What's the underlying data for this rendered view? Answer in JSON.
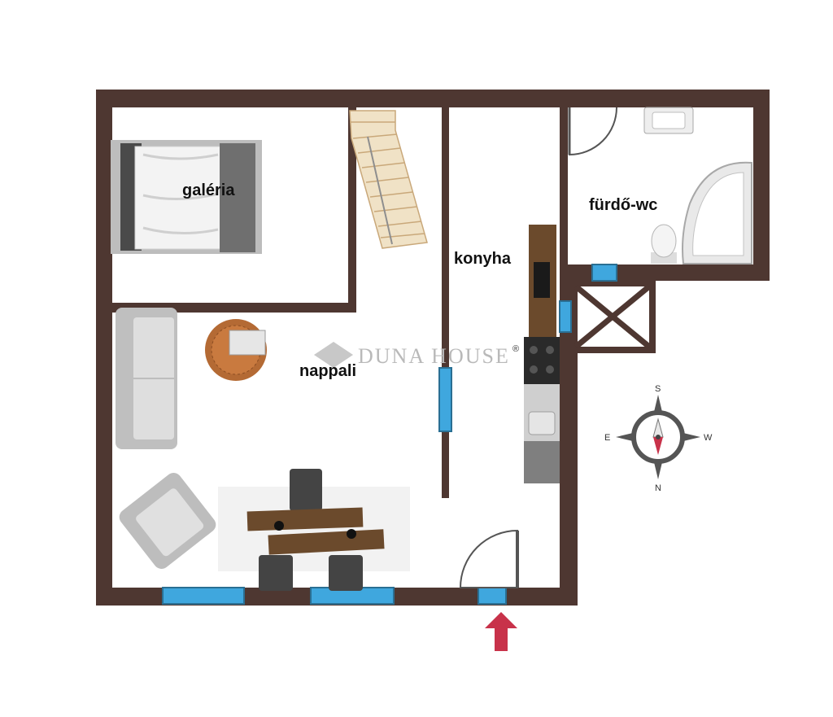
{
  "rooms": {
    "galeria": "galéria",
    "nappali": "nappali",
    "konyha": "konyha",
    "furdo_wc": "fürdő-wc"
  },
  "watermark": {
    "text": "DUNA HOUSE",
    "mark": "®"
  },
  "compass": {
    "top": "S",
    "bottom": "N",
    "left": "E",
    "right": "W"
  },
  "colors": {
    "wall": "#4e3731",
    "window": "#3fa7de",
    "entrance_arrow": "#c8324a",
    "stair_wood": "#e8cfa0",
    "furniture_grey": "#c9c9c9",
    "table_wood": "#6b4a2c"
  }
}
